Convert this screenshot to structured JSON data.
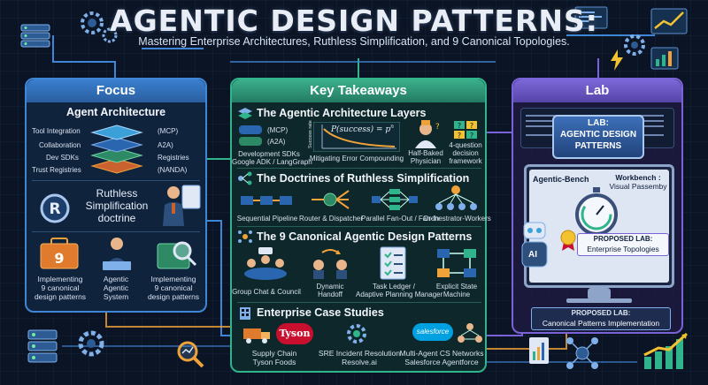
{
  "header": {
    "title": "AGENTIC DESIGN PATTERNS:",
    "subtitle": "Mastering Enterprise Architectures, Ruthless Simplification, and 9 Canonical Topologies."
  },
  "focus": {
    "title": "Focus",
    "agent_architecture": "Agent Architecture",
    "left_labels": [
      "Tool Integration",
      "Collaboration",
      "Dev SDKs",
      "Trust Registries"
    ],
    "right_labels": [
      "(MCP)",
      "A2A)",
      "Registries",
      "(NANDA)"
    ],
    "ruthless": [
      "Ruthless",
      "Simplification",
      "doctrine"
    ],
    "bottom_items": [
      {
        "label": [
          "Implementing",
          "9 canonical",
          "design patterns"
        ]
      },
      {
        "label": [
          "Agentic",
          "Agentic",
          "System"
        ]
      },
      {
        "label": [
          "Implementing",
          "9 canonical",
          "design patterns"
        ]
      }
    ],
    "badge_number": "9"
  },
  "takeaways": {
    "title": "Key Takeaways",
    "section1": "The Agentic Architecture Layers",
    "s1_items": {
      "mcp": "(MCP)",
      "a2a": "(A2A)",
      "dev": [
        "Development SDKs",
        "Google ADK / LangGraph"
      ],
      "formula": "P(success) = p",
      "formula_exp": "n",
      "success_axis": "Success rate",
      "mitigating": "Mitigating Error Compounding",
      "halfbaked": [
        "Half-Baked",
        "Physician"
      ],
      "fourq": [
        "4-question",
        "decision",
        "framework"
      ]
    },
    "section2": "The Doctrines of Ruthless Simplification",
    "s2_items": [
      "Sequential Pipeline",
      "Router & Dispatcher",
      "Parallel Fan-Out / Fan-In",
      "Orchestrator-Workers"
    ],
    "section3": "The 9 Canonical Agentic Design Patterns",
    "s3_items": [
      [
        "Group Chat & Council"
      ],
      [
        "Dynamic",
        "Handoff"
      ],
      [
        "Task Ledger /",
        "Adaptive Planning Manager"
      ],
      [
        "Explicit State",
        "Machine"
      ]
    ],
    "section4": "Enterprise Case Studies",
    "s4_items": [
      [
        "Supply Chain",
        "Tyson Foods"
      ],
      [
        "SRE Incident Resolution",
        "Resolve.ai"
      ],
      [
        "Multi-Agent CS Networks",
        "Salesforce Agentforce"
      ]
    ],
    "tyson": "Tyson",
    "salesforce": "salesforce"
  },
  "lab": {
    "title": "Lab",
    "sign": [
      "LAB:",
      "AGENTIC DESIGN",
      "PATTERNS"
    ],
    "bench": "Agentic-Bench",
    "workbench": [
      "Workbench :",
      "Visual Passemby"
    ],
    "proposed_lab": [
      "PROPOSED LAB:",
      "Enterprise Topologies"
    ],
    "ai": "AI",
    "bottom": [
      "PROPOSED LAB:",
      "Canonical Patterns Implementation"
    ]
  },
  "colors": {
    "focus": "#3f86d6",
    "takeaways": "#2fb48c",
    "lab": "#7a63d6",
    "accent_orange": "#f0a23a",
    "accent_yellow": "#f2c230"
  }
}
